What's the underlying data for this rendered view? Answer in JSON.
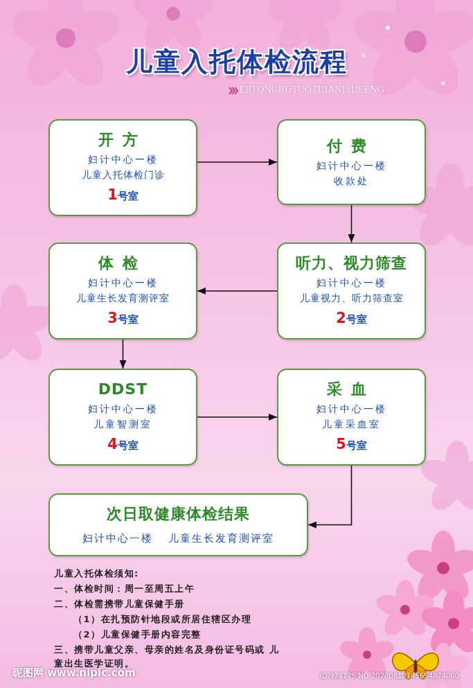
{
  "diagram": {
    "title": "儿童入托体检流程",
    "nodes": [
      {
        "text": [
          "开方",
          "妇计中心一楼",
          "儿童入托体检门诊",
          "1号室"
        ]
      },
      {
        "text": [
          "付费",
          "妇计中心一楼",
          "收款处"
        ]
      },
      {
        "text": [
          "听力、视力筛查",
          "妇计中心一楼",
          "儿童视力、听力筛查室",
          "2号室"
        ]
      },
      {
        "text": [
          "体检",
          "妇计中心一楼",
          "儿童生长发育测评室",
          "3号室"
        ]
      },
      {
        "text": [
          "DDST",
          "妇计中心一楼",
          "儿童智测室",
          "4号室"
        ]
      },
      {
        "text": [
          "采血",
          "妇计中心一楼",
          "儿童采血室",
          "5号室"
        ]
      },
      {
        "text": [
          "次日取健康体检结果",
          "妇计中心一楼 儿童生长发育测评室"
        ]
      }
    ],
    "edges": [
      {
        "from": 0,
        "to": 1,
        "arrow": "to"
      },
      {
        "from": 1,
        "to": 2,
        "arrow": "to"
      },
      {
        "from": 2,
        "to": 3,
        "arrow": "to"
      },
      {
        "from": 3,
        "to": 4,
        "arrow": "to"
      },
      {
        "from": 4,
        "to": 5,
        "arrow": "to"
      },
      {
        "from": 5,
        "to": 6,
        "arrow": "to"
      }
    ],
    "labels": [
      "ERTONGRUTUOTIJIANLIUCENG",
      "儿童入托体检须知:",
      "一、体检时间：周一至周五上午",
      "二、体检需携带儿童保健手册",
      "（1）在扎预防针地段或所居住辖区办理",
      "（2）儿童保健手册内容完整",
      "三、携带儿童父亲、母亲的姓名及身份证号码或 儿童出生医学证明。",
      "昵图网 www.nipic.com",
      "ID:924175 NO:20200812145654874000"
    ]
  }
}
